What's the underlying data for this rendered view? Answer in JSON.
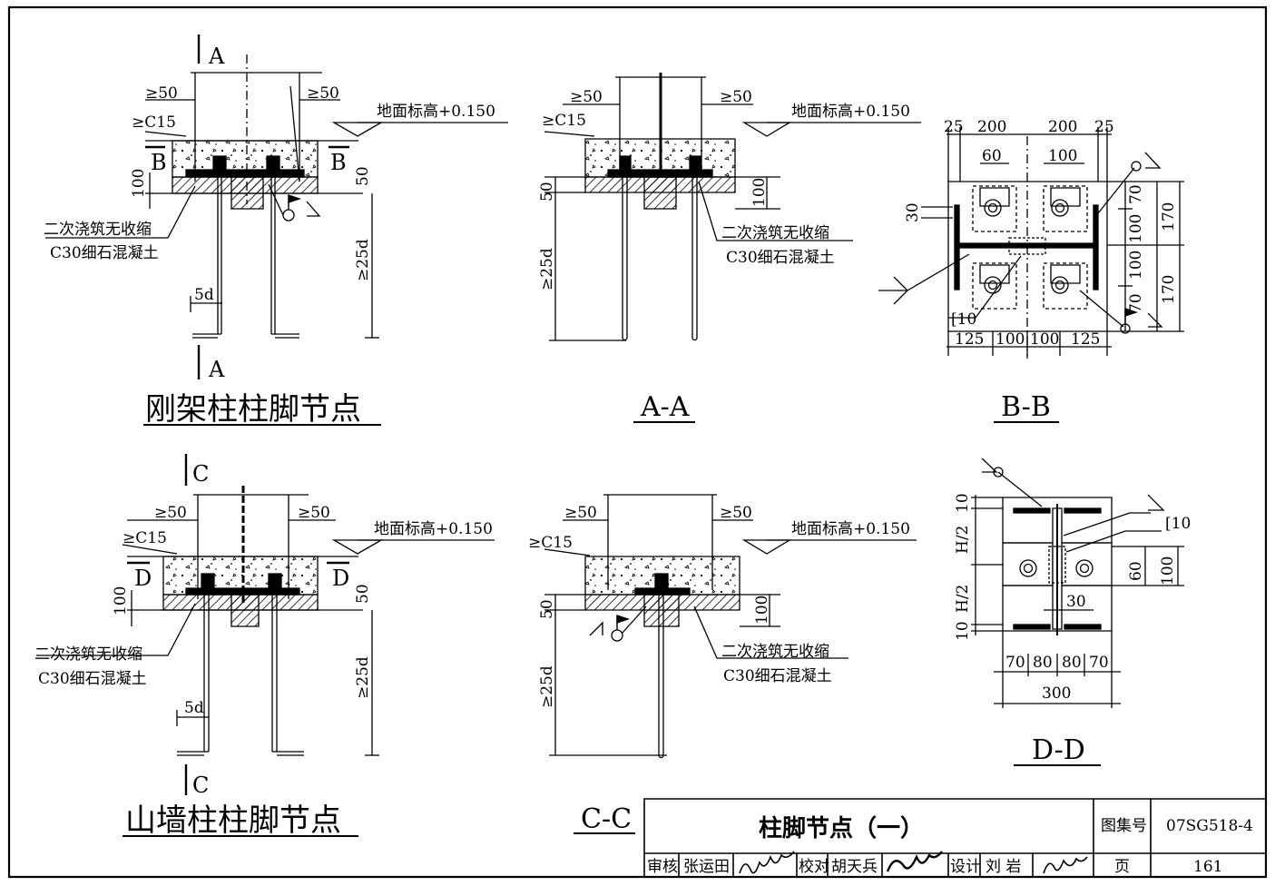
{
  "sheet": {
    "upper_left_title": "刚架柱柱脚节点",
    "lower_left_title": "山墙柱柱脚节点",
    "section_aa": "A-A",
    "section_bb": "B-B",
    "section_cc": "C-C",
    "section_dd": "D-D",
    "cut_a": "A",
    "cut_b": "B",
    "cut_c": "C",
    "cut_d": "D"
  },
  "notes": {
    "ground_elevation": "地面标高+0.150",
    "grout_line1": "二次浇筑无收缩",
    "grout_line2": "C30细石混凝土",
    "concrete_grade": "≥C15",
    "min50": "≥50",
    "anchor_len": "≥25d",
    "hook": "5d",
    "dim100": "100",
    "dim50": "50",
    "channel": "[10"
  },
  "bb_dims": {
    "top": [
      "25",
      "200",
      "200",
      "25"
    ],
    "top_inner": [
      "60",
      "100"
    ],
    "left": "30",
    "right": [
      "70",
      "100",
      "100",
      "70"
    ],
    "right_outer": [
      "170",
      "170"
    ],
    "bottom": [
      "125",
      "100",
      "100",
      "125"
    ]
  },
  "dd_dims": {
    "left": [
      "10",
      "H/2",
      "H/2",
      "10"
    ],
    "right": [
      "60",
      "100"
    ],
    "mid": "30",
    "bottom": [
      "70",
      "80",
      "80",
      "70"
    ],
    "total": "300"
  },
  "title_block": {
    "drawing_title": "柱脚节点（一）",
    "atlas_label": "图集号",
    "atlas_no": "07SG518-4",
    "reviewer_label": "审核",
    "reviewer": "张运田",
    "checker_label": "校对",
    "checker": "胡天兵",
    "designer_label": "设计",
    "designer": "刘 岩",
    "page_label": "页",
    "page_no": "161"
  }
}
